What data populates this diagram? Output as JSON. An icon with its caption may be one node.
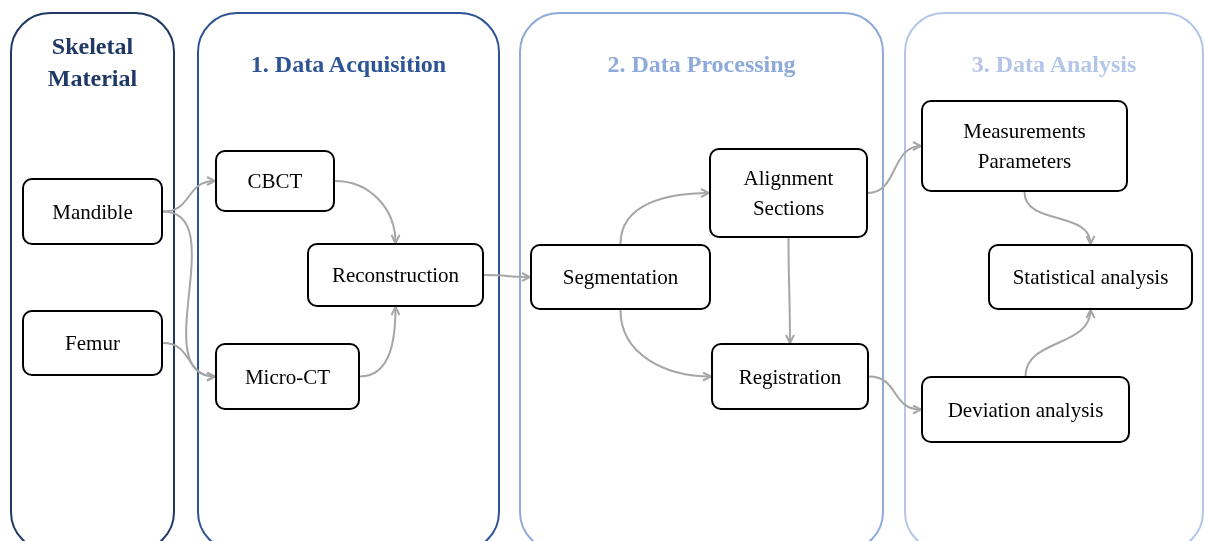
{
  "diagram": {
    "nodes": [
      {
        "text": [
          "Skeletal Material"
        ]
      },
      {
        "text": [
          "1. Data Acquisition"
        ]
      },
      {
        "text": [
          "2. Data Processing"
        ]
      },
      {
        "text": [
          "3. Data Analysis"
        ]
      },
      {
        "text": [
          "Mandible"
        ],
        "in": 0
      },
      {
        "text": [
          "Femur"
        ],
        "in": 0
      },
      {
        "text": [
          "CBCT"
        ],
        "in": 1
      },
      {
        "text": [
          "Micro-CT"
        ],
        "in": 1
      },
      {
        "text": [
          "Reconstruction"
        ],
        "in": 1
      },
      {
        "text": [
          "Segmentation"
        ],
        "in": 2
      },
      {
        "text": [
          "Alignment Sections"
        ],
        "in": 2
      },
      {
        "text": [
          "Registration"
        ],
        "in": 2
      },
      {
        "text": [
          "Measurements Parameters"
        ],
        "in": 3
      },
      {
        "text": [
          "Statistical analysis"
        ],
        "in": 3
      },
      {
        "text": [
          "Deviation analysis"
        ],
        "in": 3
      }
    ],
    "edges": [
      {
        "from": 4,
        "to": 6,
        "arrow": "to"
      },
      {
        "from": 4,
        "to": 7,
        "arrow": "to"
      },
      {
        "from": 5,
        "to": 7,
        "arrow": "to"
      },
      {
        "from": 6,
        "to": 8,
        "arrow": "to"
      },
      {
        "from": 7,
        "to": 8,
        "arrow": "to"
      },
      {
        "from": 8,
        "to": 9,
        "arrow": "to"
      },
      {
        "from": 9,
        "to": 10,
        "arrow": "to"
      },
      {
        "from": 9,
        "to": 11,
        "arrow": "to"
      },
      {
        "from": 10,
        "to": 11,
        "arrow": "to"
      },
      {
        "from": 10,
        "to": 12,
        "arrow": "to"
      },
      {
        "from": 11,
        "to": 14,
        "arrow": "to"
      },
      {
        "from": 12,
        "to": 13,
        "arrow": "to"
      },
      {
        "from": 14,
        "to": 13,
        "arrow": "to"
      }
    ]
  }
}
